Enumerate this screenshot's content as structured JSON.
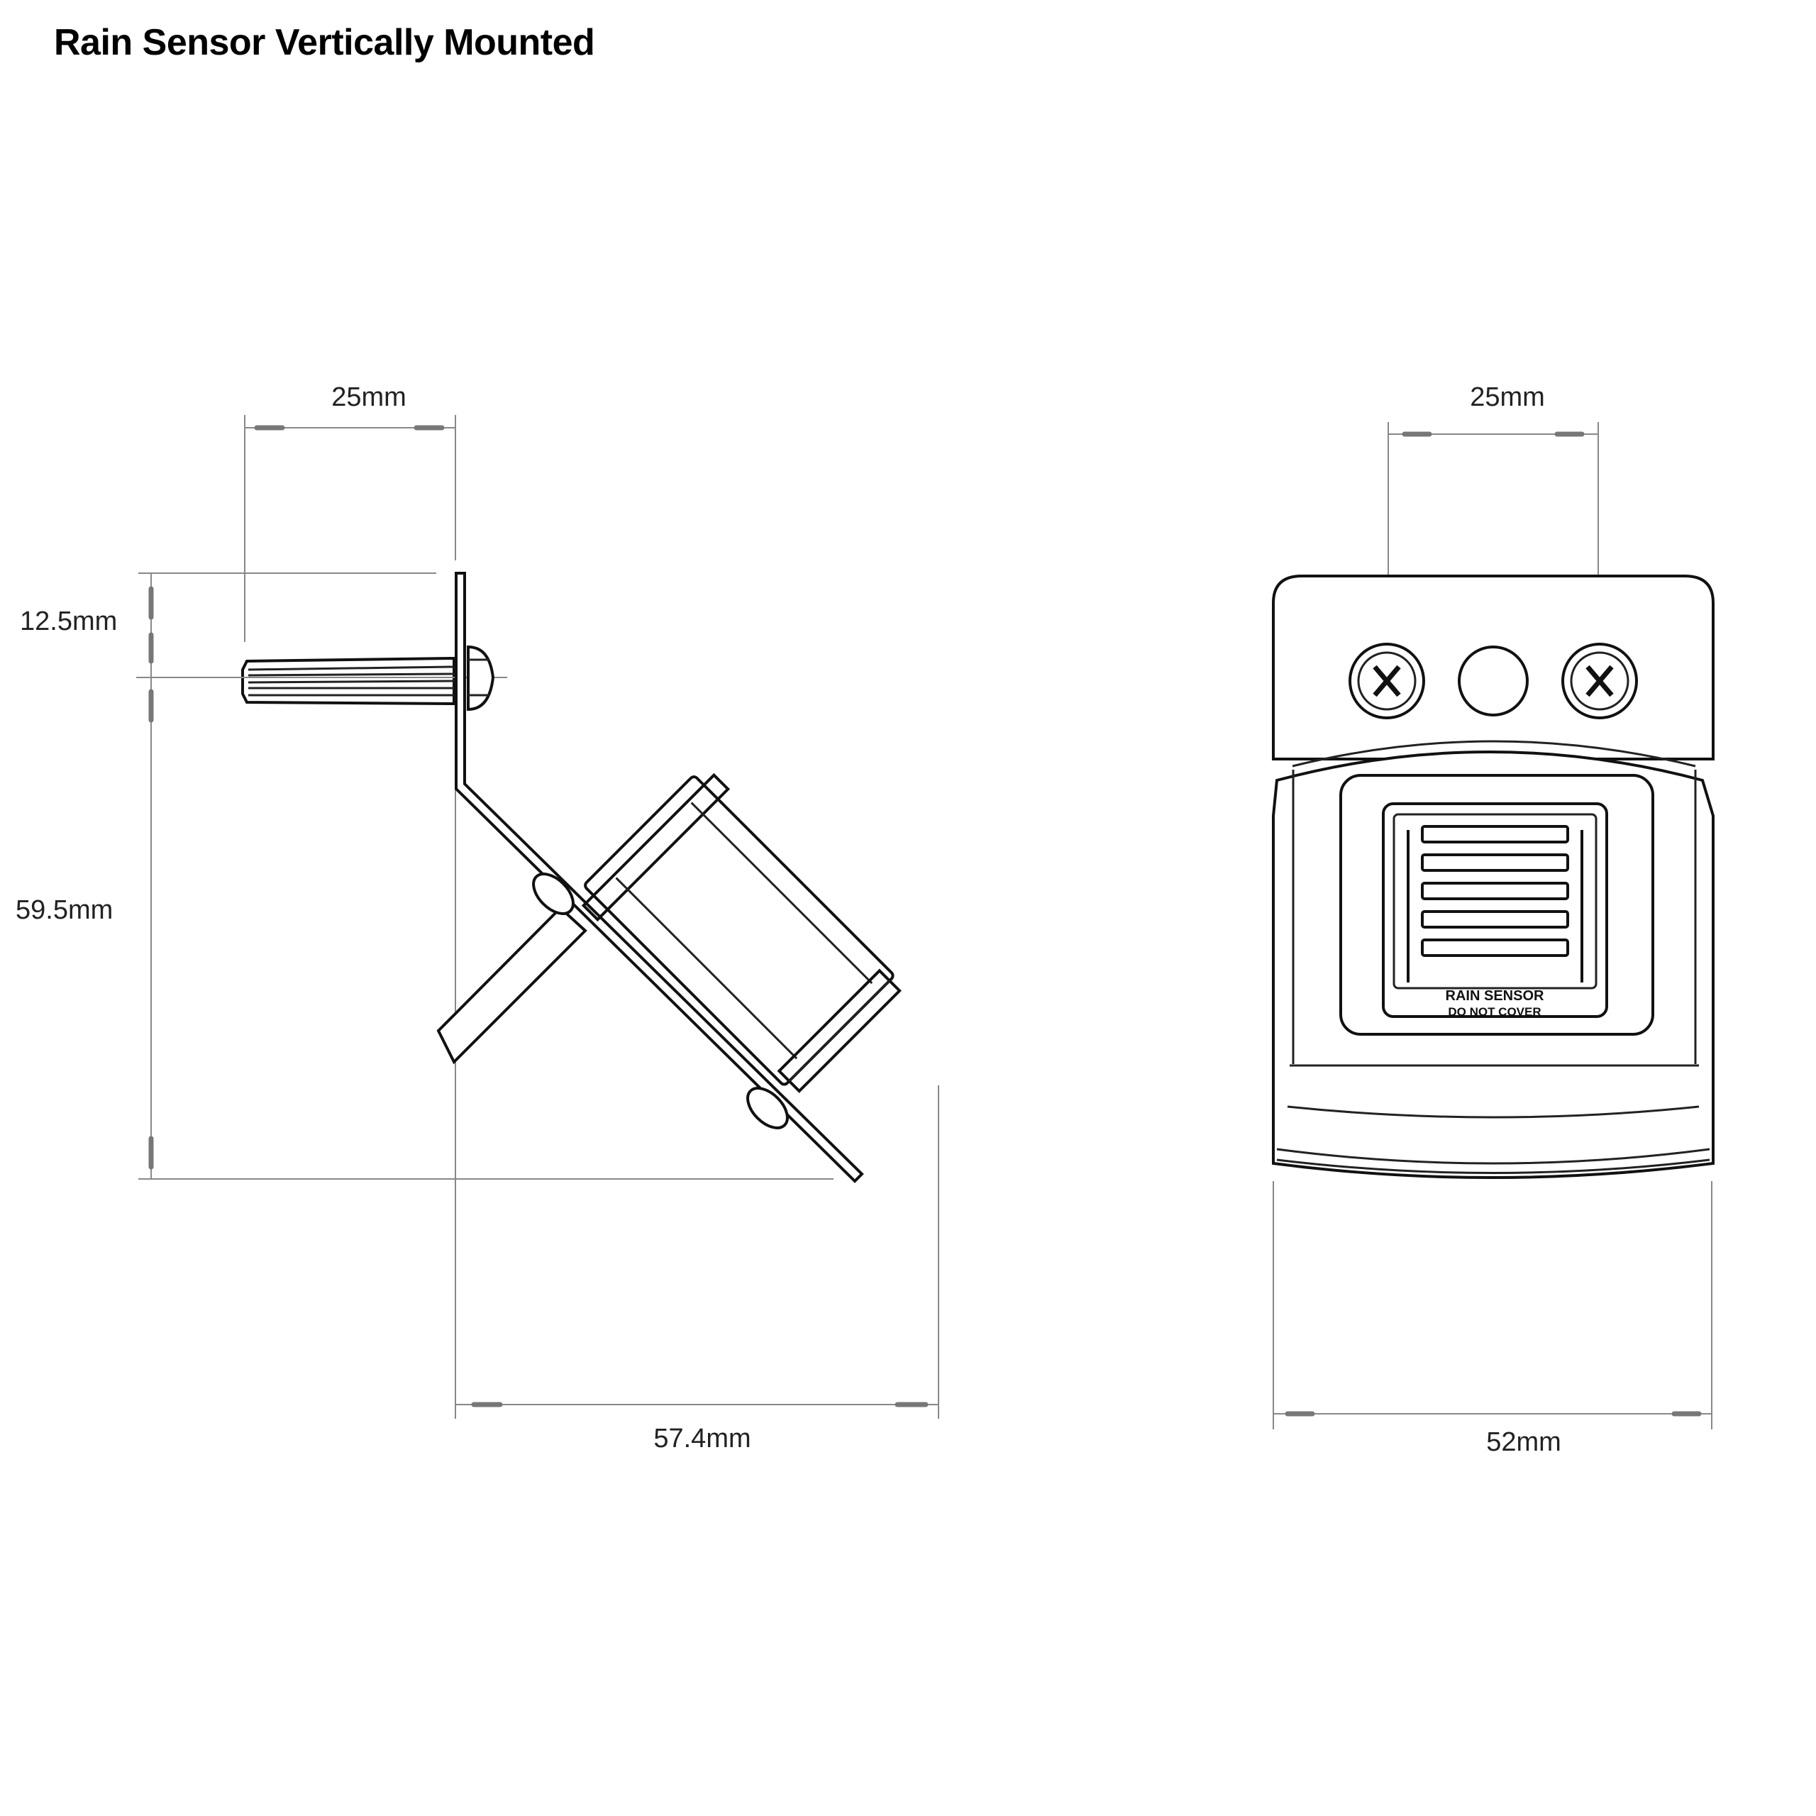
{
  "title": "Rain Sensor Vertically Mounted",
  "side_view": {
    "dim_top_width": "25mm",
    "dim_upper_height": "12.5mm",
    "dim_total_height": "59.5mm",
    "dim_bottom_width": "57.4mm"
  },
  "front_view": {
    "dim_screw_spacing": "25mm",
    "dim_width": "52mm",
    "sensor_label_line1": "RAIN SENSOR",
    "sensor_label_line2": "DO NOT COVER"
  },
  "colors": {
    "line": "#111111",
    "dimension_line": "#888888",
    "background": "#ffffff"
  }
}
